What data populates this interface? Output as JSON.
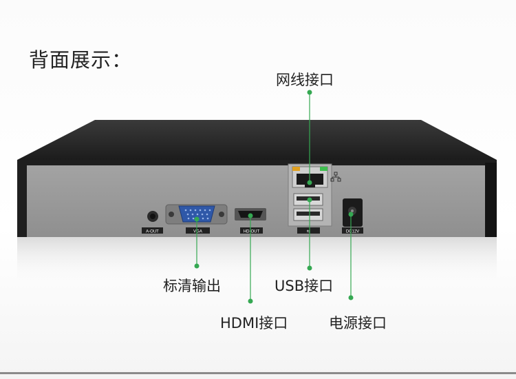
{
  "heading": "背面展示：",
  "callouts": {
    "network": "网线接口",
    "vga": "标清输出",
    "usb": "USB接口",
    "hdmi": "HDMI接口",
    "power": "电源接口"
  },
  "port_labels": {
    "aout": "A-OUT",
    "vga": "VGA",
    "hdout": "HD-OUT",
    "dc": "DC12V"
  },
  "colors": {
    "callout_line": "#35a852",
    "panel": "#9a9a9a",
    "chassis": "#262626"
  }
}
